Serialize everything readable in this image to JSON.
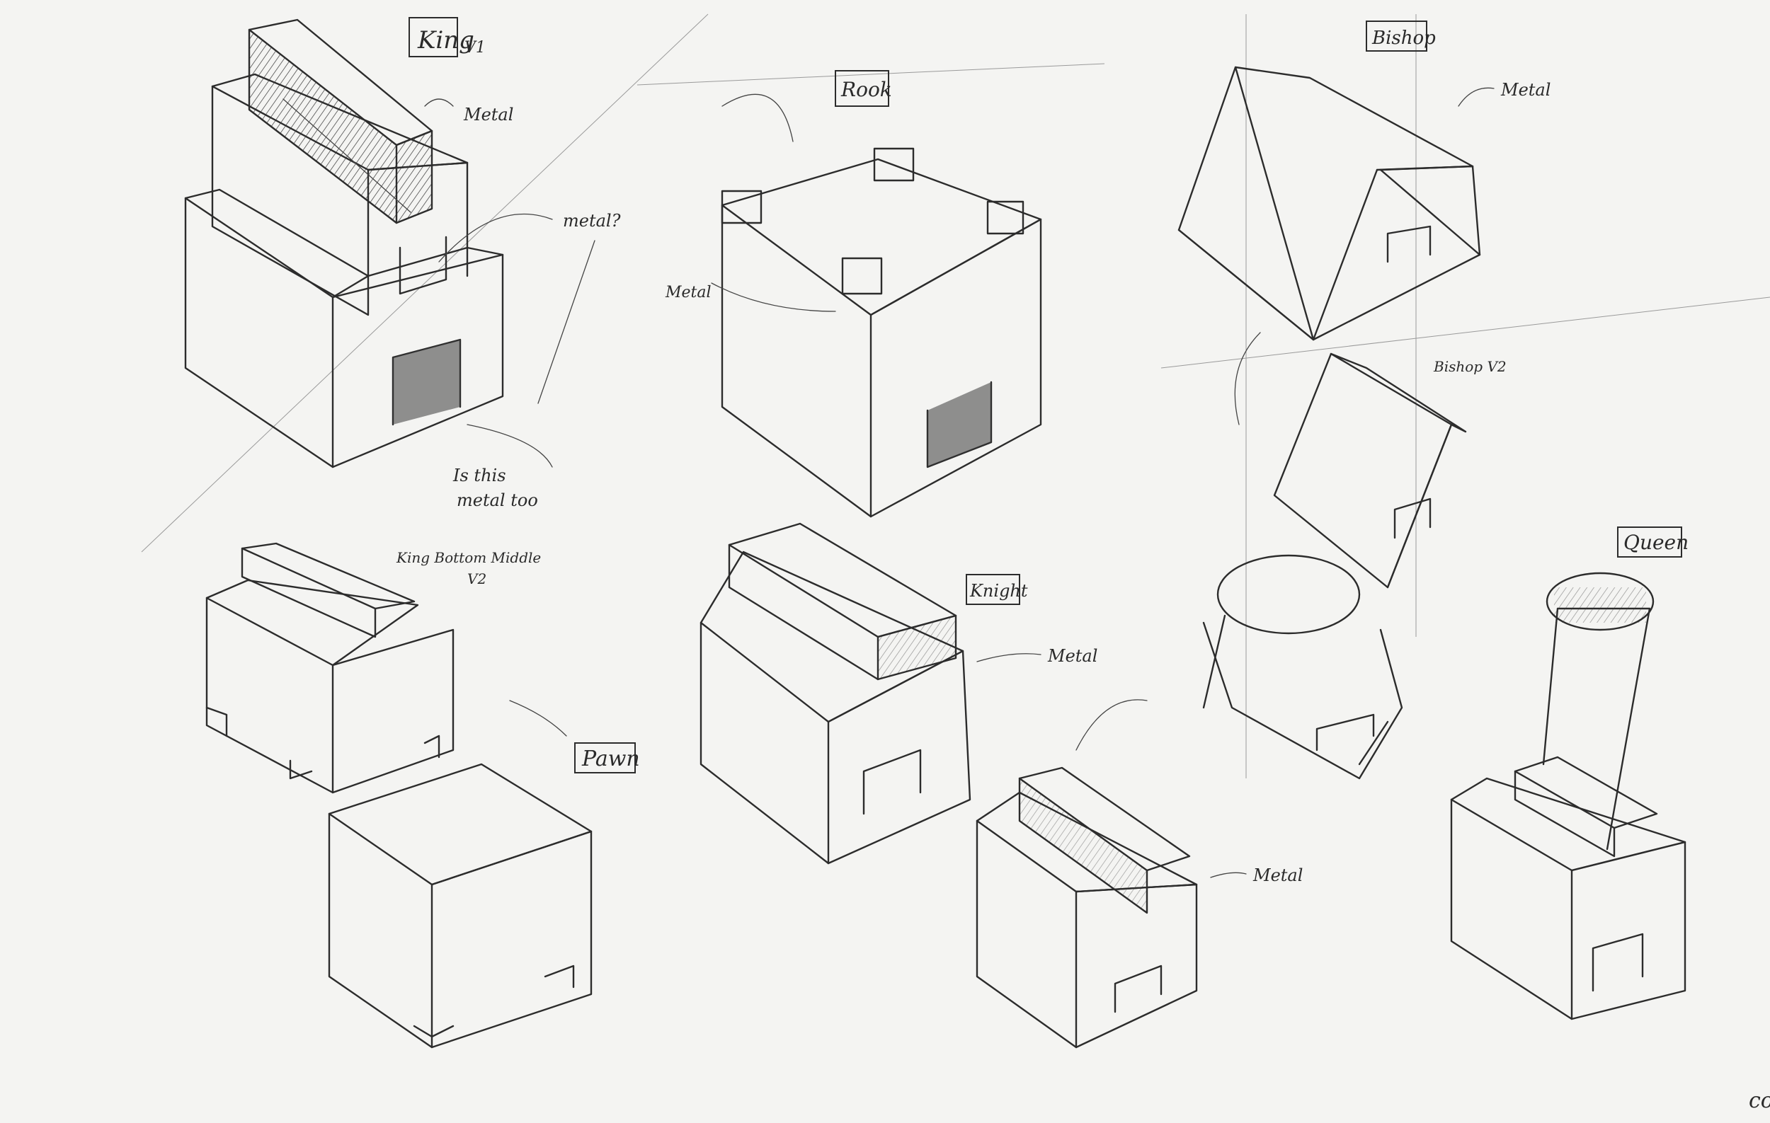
{
  "labels": {
    "king": "King",
    "king_version": "V1",
    "rook": "Rook",
    "bishop": "Bishop",
    "bishop_v2": "Bishop V2",
    "queen": "Queen",
    "knight": "Knight",
    "pawn": "Pawn",
    "king_v2": "King Bottom Middle",
    "king_v2_version": "V2"
  },
  "notes": {
    "king_top": "Metal",
    "king_middle": "metal?",
    "king_bottom_line1": "Is this",
    "king_bottom_line2": "metal too",
    "rook_edge": "Metal",
    "bishop_top": "Metal",
    "knight_top": "Metal",
    "knight_v2_top": "Metal"
  },
  "markers": {
    "corner_signature": "co"
  }
}
